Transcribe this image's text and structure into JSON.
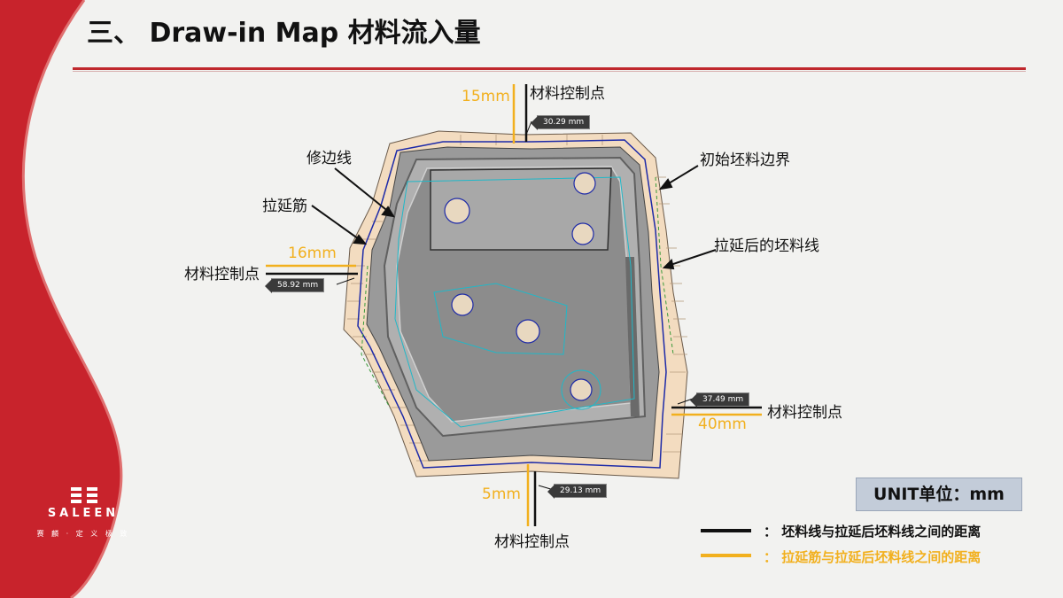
{
  "title": "三、 Draw-in Map  材料流入量",
  "labels": {
    "control_point": "材料控制点",
    "trim_line": "修边线",
    "draw_bead": "拉延筋",
    "initial_blank": "初始坯料边界",
    "post_draw_blank": "拉延后的坯料线"
  },
  "measurements": {
    "top": {
      "yellow": "15mm",
      "tag": "30.29 mm"
    },
    "left": {
      "yellow": "16mm",
      "tag": "58.92 mm"
    },
    "right": {
      "yellow": "40mm",
      "tag": "37.49 mm"
    },
    "bottom": {
      "yellow": "5mm",
      "tag": "29.13 mm"
    }
  },
  "unit": "UNIT单位：mm",
  "legend": [
    {
      "text": "： 坯料线与拉延后坯料线之间的距离",
      "color": "#111111"
    },
    {
      "text": "： 拉延筋与拉延后坯料线之间的距离",
      "color": "#f2b01e"
    }
  ],
  "brand": {
    "name": "SALEEN",
    "tagline": "赛 麟 · 定 义 极 致"
  },
  "colors": {
    "accent": "#c0282d",
    "yellow": "#f2b01e",
    "blank_fill": "#f3dcc0"
  }
}
